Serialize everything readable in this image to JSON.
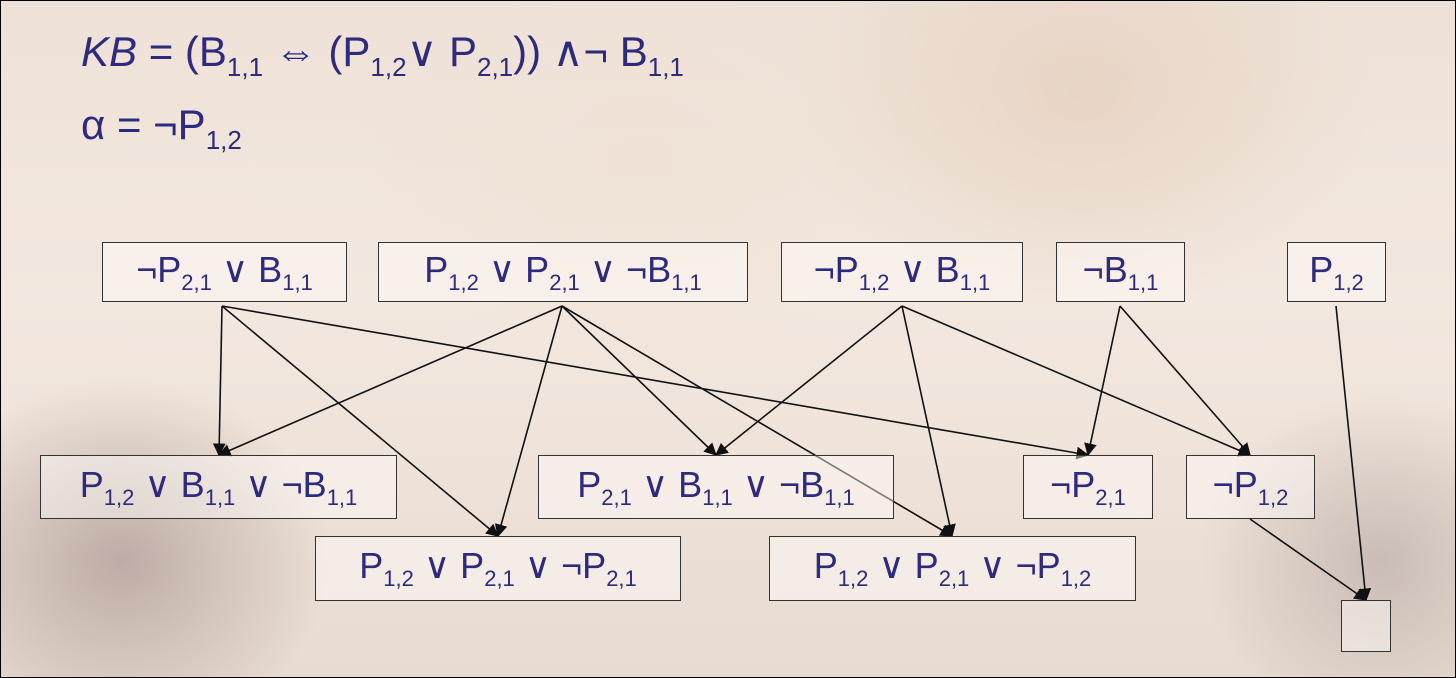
{
  "formulas": {
    "kb": {
      "name": "KB",
      "body_html": "= (B<sub>1,1</sub> ⇔ (P<sub>1,2</sub>∨ P<sub>2,1</sub>)) ∧¬ B<sub>1,1</sub>"
    },
    "alpha": {
      "body_html": "α = ¬P<sub>1,2</sub>"
    }
  },
  "clauses": [
    {
      "id": "c1",
      "html": "¬P<sub>2,1</sub> ∨ B<sub>1,1</sub>"
    },
    {
      "id": "c2",
      "html": "P<sub>1,2</sub> ∨ P<sub>2,1</sub> ∨ ¬B<sub>1,1</sub>"
    },
    {
      "id": "c3",
      "html": "¬P<sub>1,2</sub> ∨ B<sub>1,1</sub>"
    },
    {
      "id": "c4",
      "html": "¬B<sub>1,1</sub>"
    },
    {
      "id": "c5",
      "html": "P<sub>1,2</sub>"
    },
    {
      "id": "r1",
      "html": "P<sub>1,2</sub> ∨ B<sub>1,1</sub> ∨ ¬B<sub>1,1</sub>"
    },
    {
      "id": "r2",
      "html": "P<sub>2,1</sub> ∨ B<sub>1,1</sub> ∨ ¬B<sub>1,1</sub>"
    },
    {
      "id": "r3",
      "html": "¬P<sub>2,1</sub>"
    },
    {
      "id": "r4",
      "html": "¬P<sub>1,2</sub>"
    },
    {
      "id": "r5",
      "html": "P<sub>1,2</sub> ∨ P<sub>2,1</sub> ∨ ¬P<sub>2,1</sub>"
    },
    {
      "id": "r6",
      "html": "P<sub>1,2</sub> ∨ P<sub>2,1</sub> ∨ ¬P<sub>1,2</sub>"
    },
    {
      "id": "empty",
      "html": ""
    }
  ],
  "edges": [
    [
      "c1",
      "r1"
    ],
    [
      "c1",
      "r5"
    ],
    [
      "c1",
      "r3"
    ],
    [
      "c2",
      "r1"
    ],
    [
      "c2",
      "r5"
    ],
    [
      "c2",
      "r2"
    ],
    [
      "c2",
      "r6"
    ],
    [
      "c3",
      "r2"
    ],
    [
      "c3",
      "r6"
    ],
    [
      "c3",
      "r4"
    ],
    [
      "c4",
      "r3"
    ],
    [
      "c4",
      "r4"
    ],
    [
      "c5",
      "empty"
    ],
    [
      "r4",
      "empty"
    ]
  ]
}
